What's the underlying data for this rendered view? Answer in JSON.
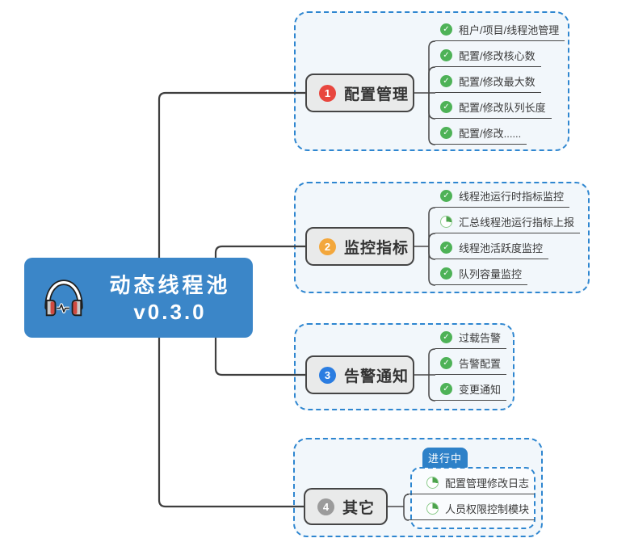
{
  "root": {
    "title_line1": "动态线程池",
    "title_line2": "v0.3.0",
    "icon": "headphones-icon"
  },
  "branches": [
    {
      "number": "1",
      "label": "配置管理",
      "number_color": "#e8463e",
      "items": [
        {
          "icon": "check",
          "label": "租户/项目/线程池管理"
        },
        {
          "icon": "check",
          "label": "配置/修改核心数"
        },
        {
          "icon": "check",
          "label": "配置/修改最大数"
        },
        {
          "icon": "check",
          "label": "配置/修改队列长度"
        },
        {
          "icon": "check",
          "label": "配置/修改......"
        }
      ]
    },
    {
      "number": "2",
      "label": "监控指标",
      "number_color": "#f3a73c",
      "items": [
        {
          "icon": "check",
          "label": "线程池运行时指标监控"
        },
        {
          "icon": "pie",
          "label": "汇总线程池运行指标上报"
        },
        {
          "icon": "check",
          "label": "线程池活跃度监控"
        },
        {
          "icon": "check",
          "label": "队列容量监控"
        }
      ]
    },
    {
      "number": "3",
      "label": "告警通知",
      "number_color": "#2b7de1",
      "items": [
        {
          "icon": "check",
          "label": "过载告警"
        },
        {
          "icon": "check",
          "label": "告警配置"
        },
        {
          "icon": "check",
          "label": "变更通知"
        }
      ]
    },
    {
      "number": "4",
      "label": "其它",
      "number_color": "#9b9b9b",
      "badge": "进行中",
      "items": [
        {
          "icon": "pie",
          "label": "配置管理修改日志"
        },
        {
          "icon": "pie",
          "label": "人员权限控制模块"
        }
      ]
    }
  ],
  "colors": {
    "central_bg": "#3b86c8",
    "group_border": "#2e86d0",
    "group_bg": "#f2f7fb",
    "node_bg": "#e9eaea",
    "node_border": "#454545",
    "connector": "#3f3f3f",
    "check_green": "#4eb257",
    "pie_green": "#4ca34c",
    "badge_bg": "#2e81c8"
  }
}
